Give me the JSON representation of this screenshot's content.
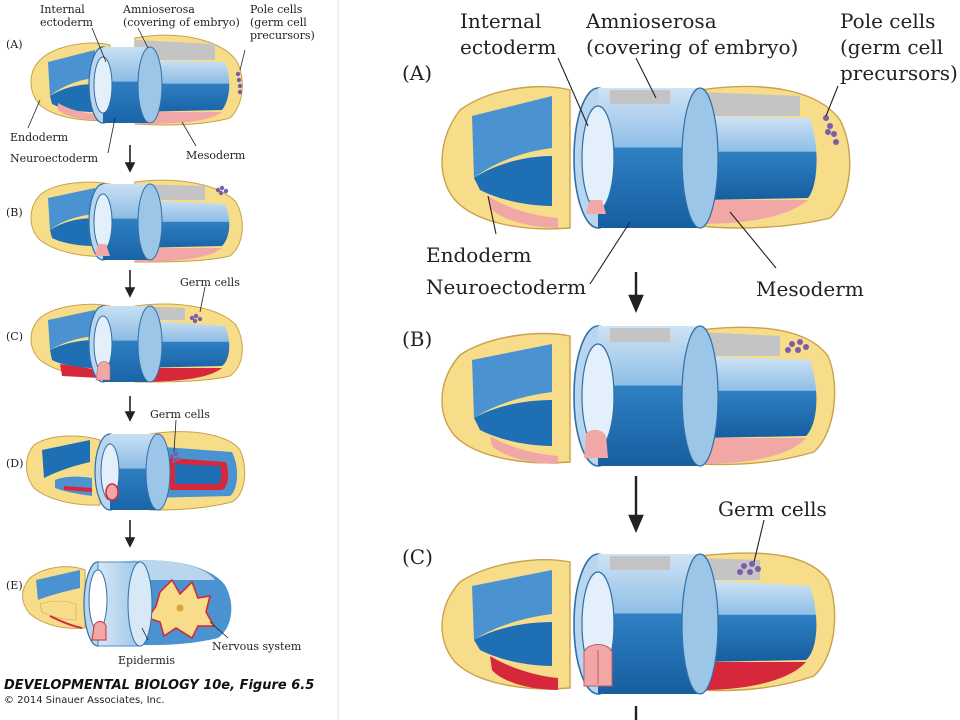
{
  "labels": {
    "internal_ectoderm": "Internal\nectoderm",
    "amnioserosa": "Amnioserosa\n(covering of embryo)",
    "pole_cells": "Pole cells\n(germ cell\nprecursors)",
    "endoderm": "Endoderm",
    "neuroectoderm": "Neuroectoderm",
    "mesoderm": "Mesoderm",
    "germ_cells": "Germ cells",
    "epidermis": "Epidermis",
    "nervous_system": "Nervous system"
  },
  "stages": [
    "(A)",
    "(B)",
    "(C)",
    "(D)",
    "(E)"
  ],
  "caption": {
    "title_book": "DEVELOPMENTAL BIOLOGY 10e",
    "title_figure": ", Figure 6.5",
    "copyright": "© 2014 Sinauer Associates, Inc."
  },
  "colors": {
    "yellow": "#f7dd8a",
    "yellow_stroke": "#d9b24a",
    "blue_dark": "#1f6fb4",
    "blue_mid": "#4a93d0",
    "blue_light": "#b9d6ee",
    "grey": "#c4c4c4",
    "pink": "#f2a7a7",
    "red": "#d6283a",
    "purple": "#7b5ea7"
  }
}
